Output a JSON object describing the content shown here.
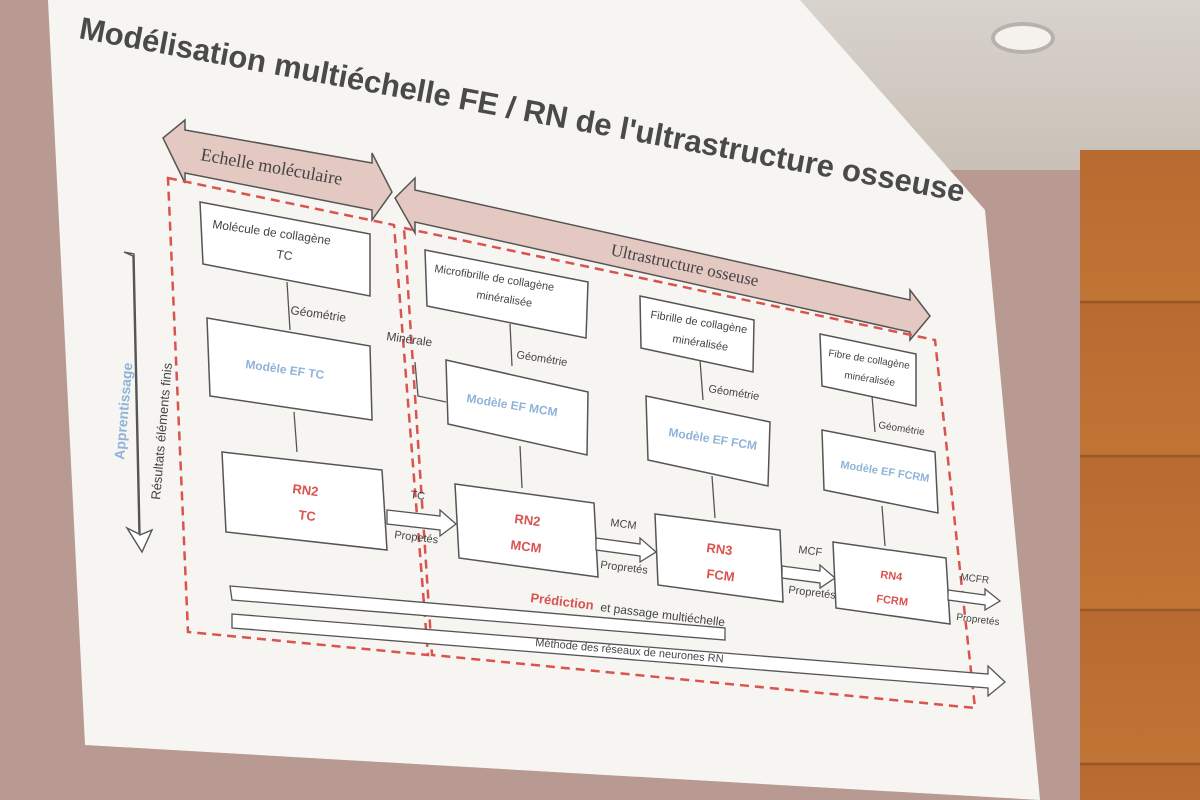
{
  "slide": {
    "title": "Modélisation multiéchelle FE / RN de l'ultrastructure osseuse",
    "scale_left": "Echelle moléculaire",
    "scale_right": "Ultrastructure osseuse",
    "side_labels": {
      "a": "Apprentissage",
      "b": "Résultats éléments finis"
    },
    "boxes": {
      "mol_tc_1": "Molécule de collagène",
      "mol_tc_2": "TC",
      "ef_tc": "Modèle EF TC",
      "rn2_tc_1": "RN2",
      "rn2_tc_2": "TC",
      "micro_1": "Microfibrille de collagène",
      "micro_2": "minéralisée",
      "ef_mcm": "Modèle EF MCM",
      "rn2_mcm_1": "RN2",
      "rn2_mcm_2": "MCM",
      "fib_1": "Fibrille de collagène",
      "fib_2": "minéralisée",
      "ef_fcm": "Modèle EF FCM",
      "rn3_1": "RN3",
      "rn3_2": "FCM",
      "fibre_1": "Fibre de collagène",
      "fibre_2": "minéralisée",
      "ef_fcrm": "Modèle EF FCRM",
      "rn4_1": "RN4",
      "rn4_2": "FCRM"
    },
    "labels": {
      "geometrie": "Géométrie",
      "minerale": "Minérale",
      "tc": "TC",
      "mcm": "MCM",
      "mcf": "MCF",
      "mcfr": "MCFR",
      "propetes": "Propetés",
      "propretes": "Propretés",
      "prediction_a": "Prédiction",
      "prediction_b": "et passage multiéchelle",
      "methode": "Méthode des réseaux de neurones RN"
    },
    "colors": {
      "red": "#d9534f",
      "blue": "#8fb3d9",
      "arrow_fill": "#e4c8c2",
      "line": "#555"
    }
  }
}
